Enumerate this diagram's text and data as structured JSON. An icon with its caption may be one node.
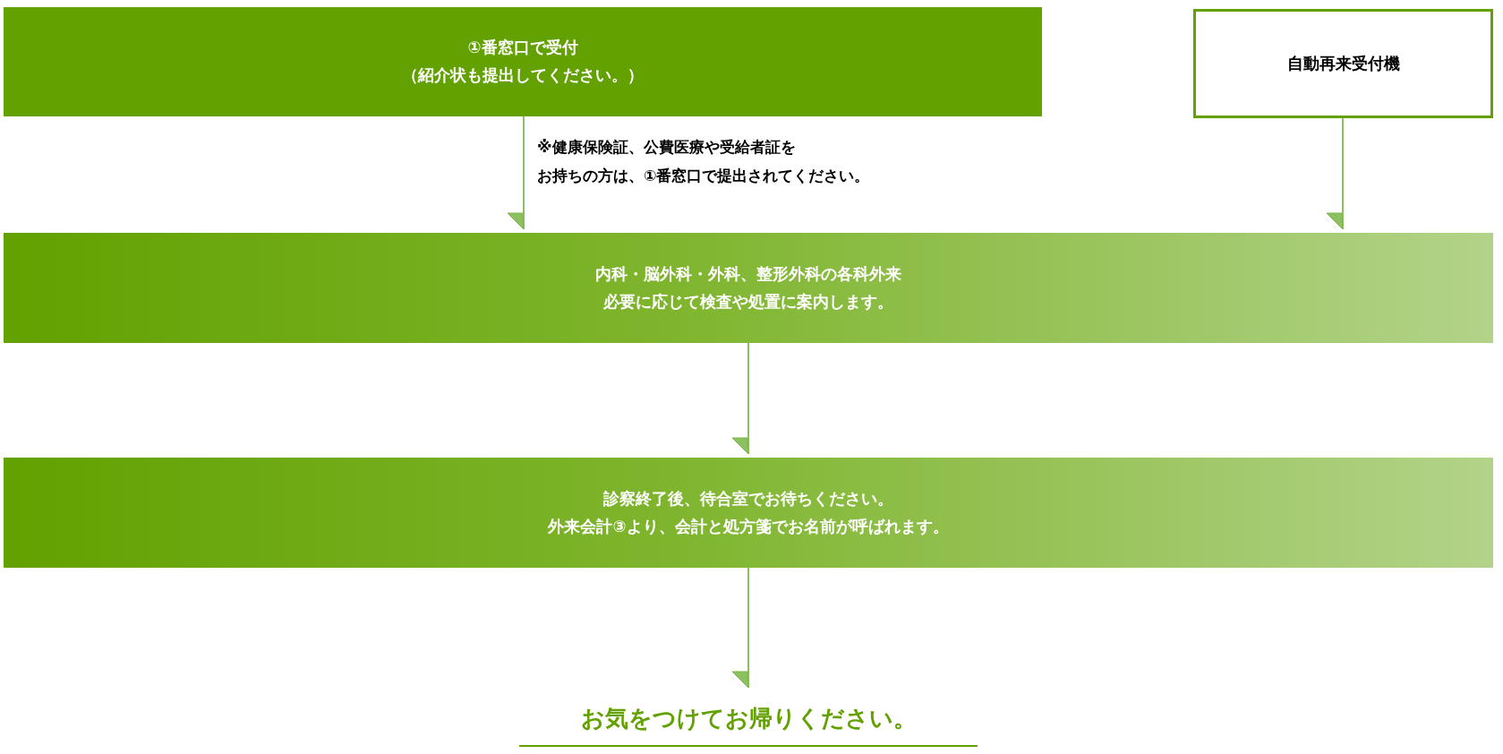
{
  "diagram": {
    "nodes": [
      {
        "text": [
          "①番窓口で受付（紹介状も提出してください。）"
        ]
      },
      {
        "text": [
          "自動再来受付機"
        ]
      },
      {
        "text": [
          "内科・脳外科・外科、整形外科の各科外来必要に応じて検査や処置に案内します。"
        ]
      },
      {
        "text": [
          "診察終了後、待合室でお待ちください。外来会計③より、会計と処方箋でお名前が呼ばれます。"
        ]
      },
      {
        "text": [
          "お気をつけてお帰りください。"
        ]
      }
    ],
    "edges": [
      {
        "from": 0,
        "to": 2,
        "arrow": "to"
      },
      {
        "from": 1,
        "to": 2,
        "arrow": "to"
      },
      {
        "from": 2,
        "to": 3,
        "arrow": "to"
      },
      {
        "from": 3,
        "to": 4,
        "arrow": "to"
      }
    ],
    "labels": [
      "※健康保険証、公費医療や受給者証をお持ちの方は、①番窓口で提出されてください。"
    ]
  }
}
